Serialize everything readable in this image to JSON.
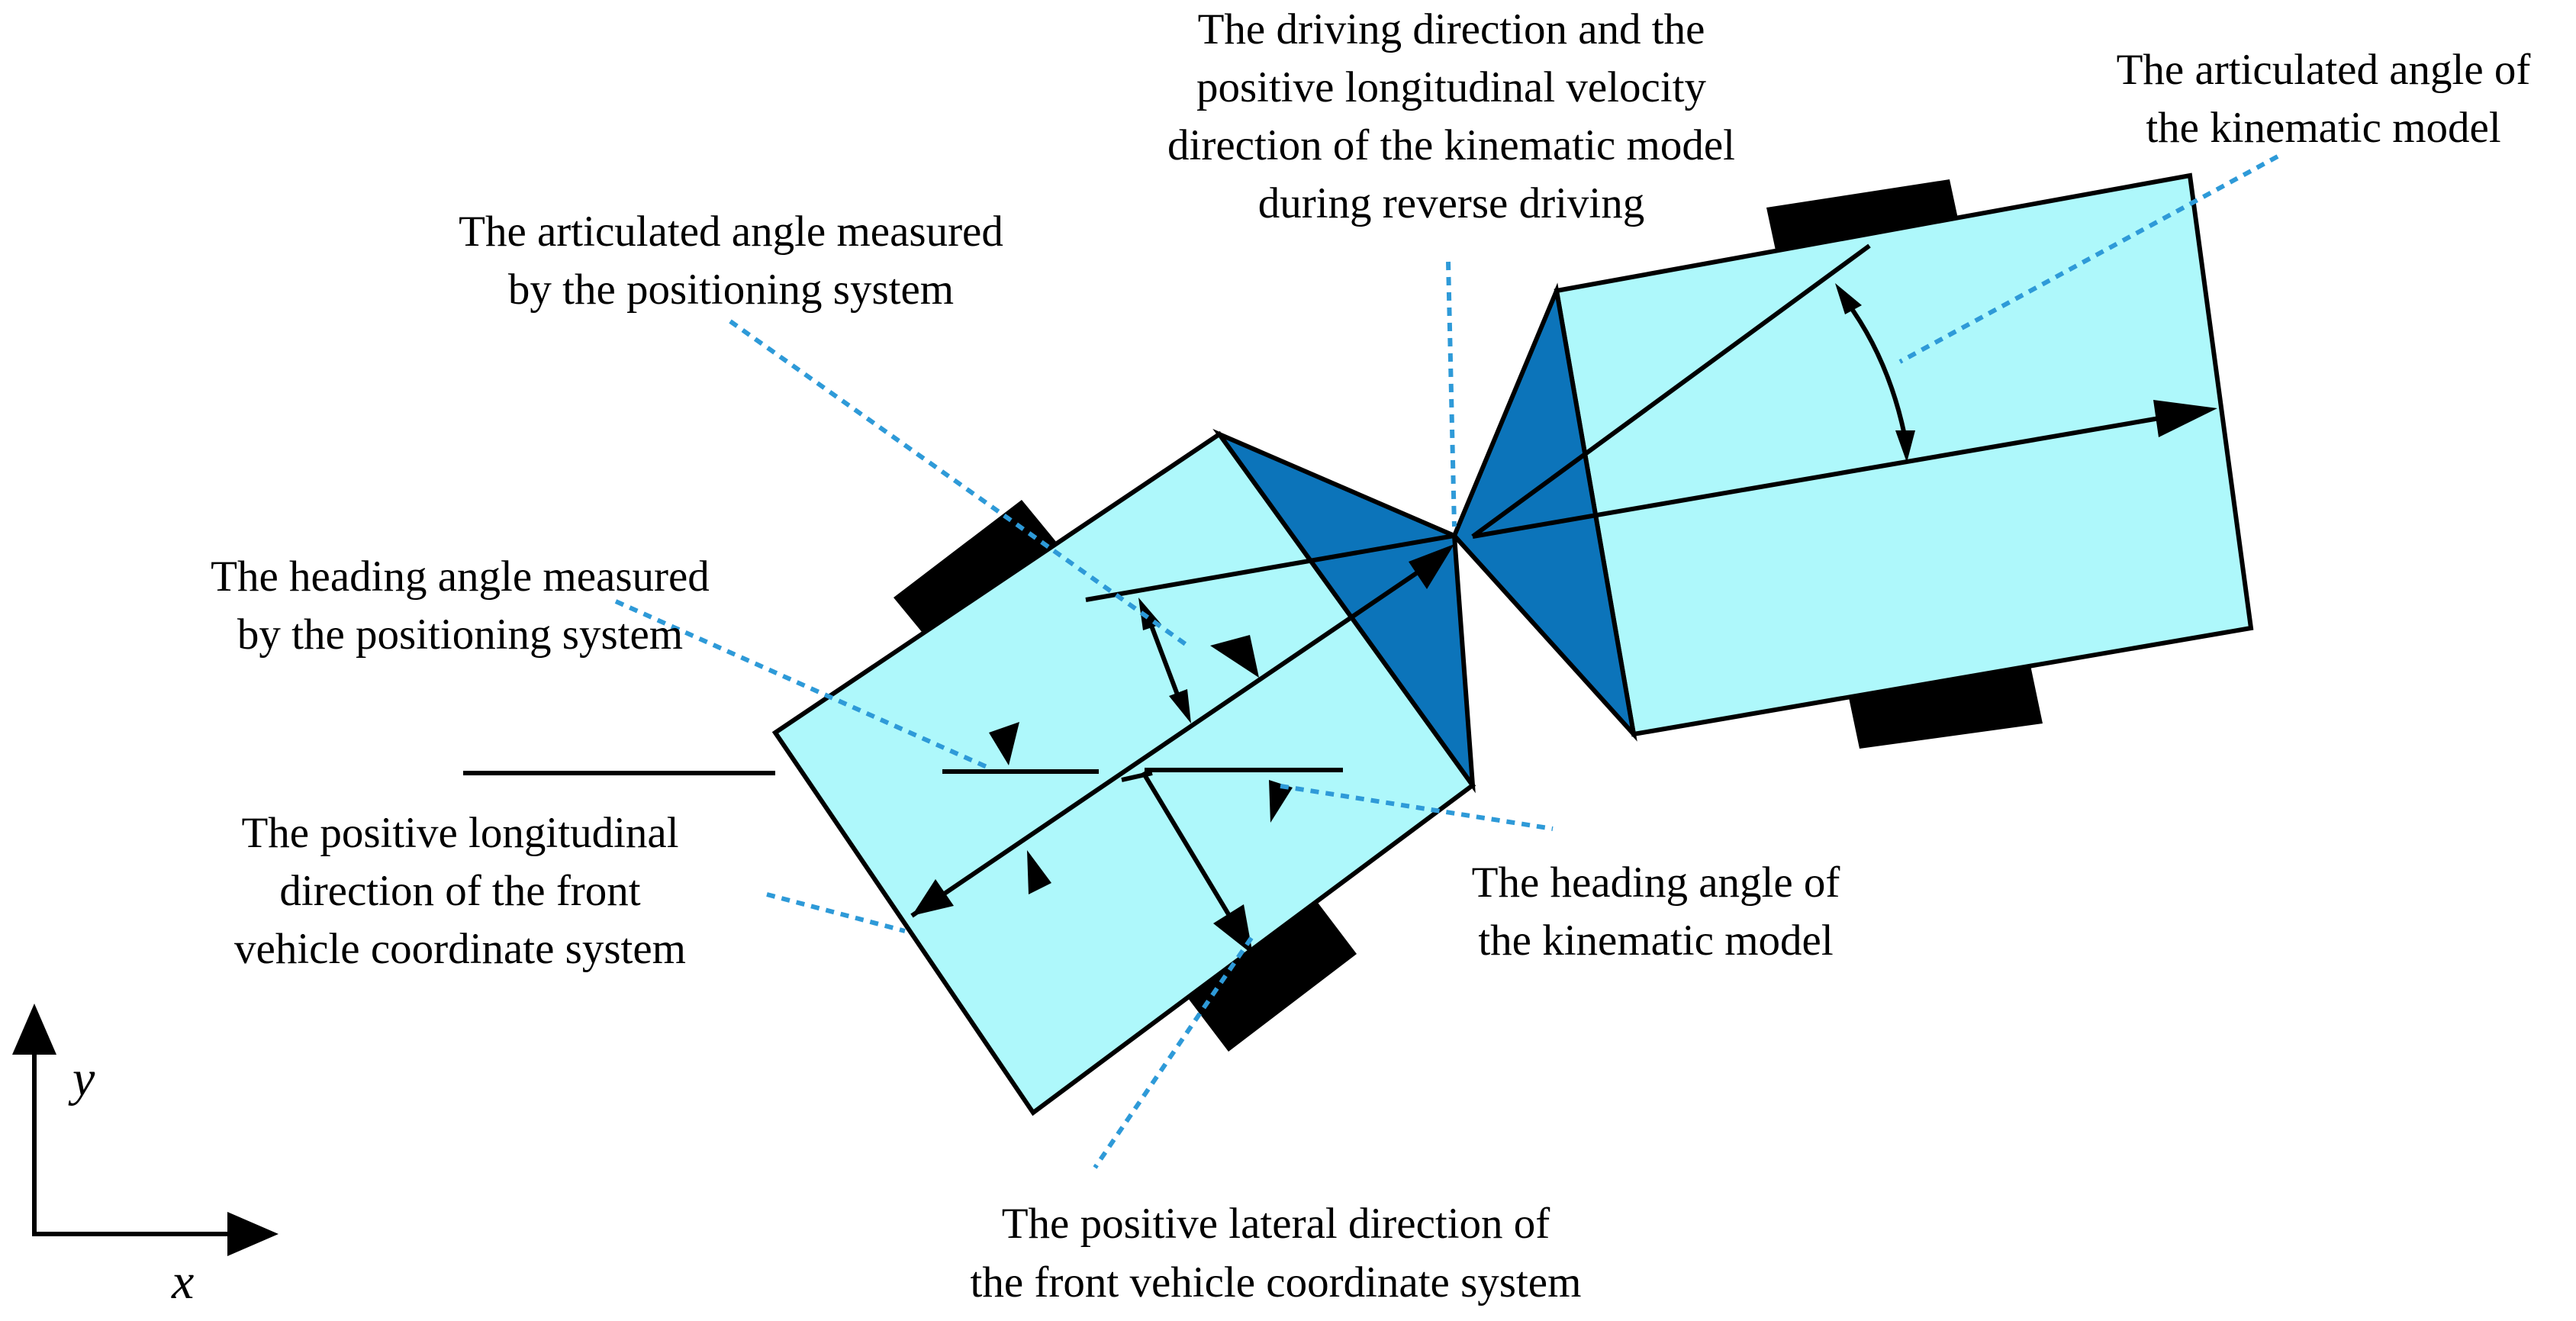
{
  "labels": {
    "driving_direction": [
      "The driving direction and the",
      "positive longitudinal velocity",
      "direction of the kinematic model",
      "during reverse driving"
    ],
    "articulated_angle_kinematic": [
      "The articulated angle of",
      "the kinematic model"
    ],
    "articulated_angle_measured": [
      "The articulated angle measured",
      "by the positioning system"
    ],
    "heading_angle_measured": [
      "The heading angle measured",
      "by the positioning system"
    ],
    "positive_longitudinal": [
      "The positive longitudinal",
      "direction of the front",
      "vehicle coordinate system"
    ],
    "heading_angle_kinematic": [
      "The heading angle of",
      "the kinematic model"
    ],
    "positive_lateral": [
      "The positive lateral direction of",
      "the front vehicle coordinate system"
    ]
  },
  "axes": {
    "x_label": "x",
    "y_label": "y"
  },
  "colors": {
    "vehicle_body": "#AEF8FB",
    "hinge": "#0C74BA",
    "leader_line": "#2E9AD8",
    "wheel": "#000000"
  }
}
